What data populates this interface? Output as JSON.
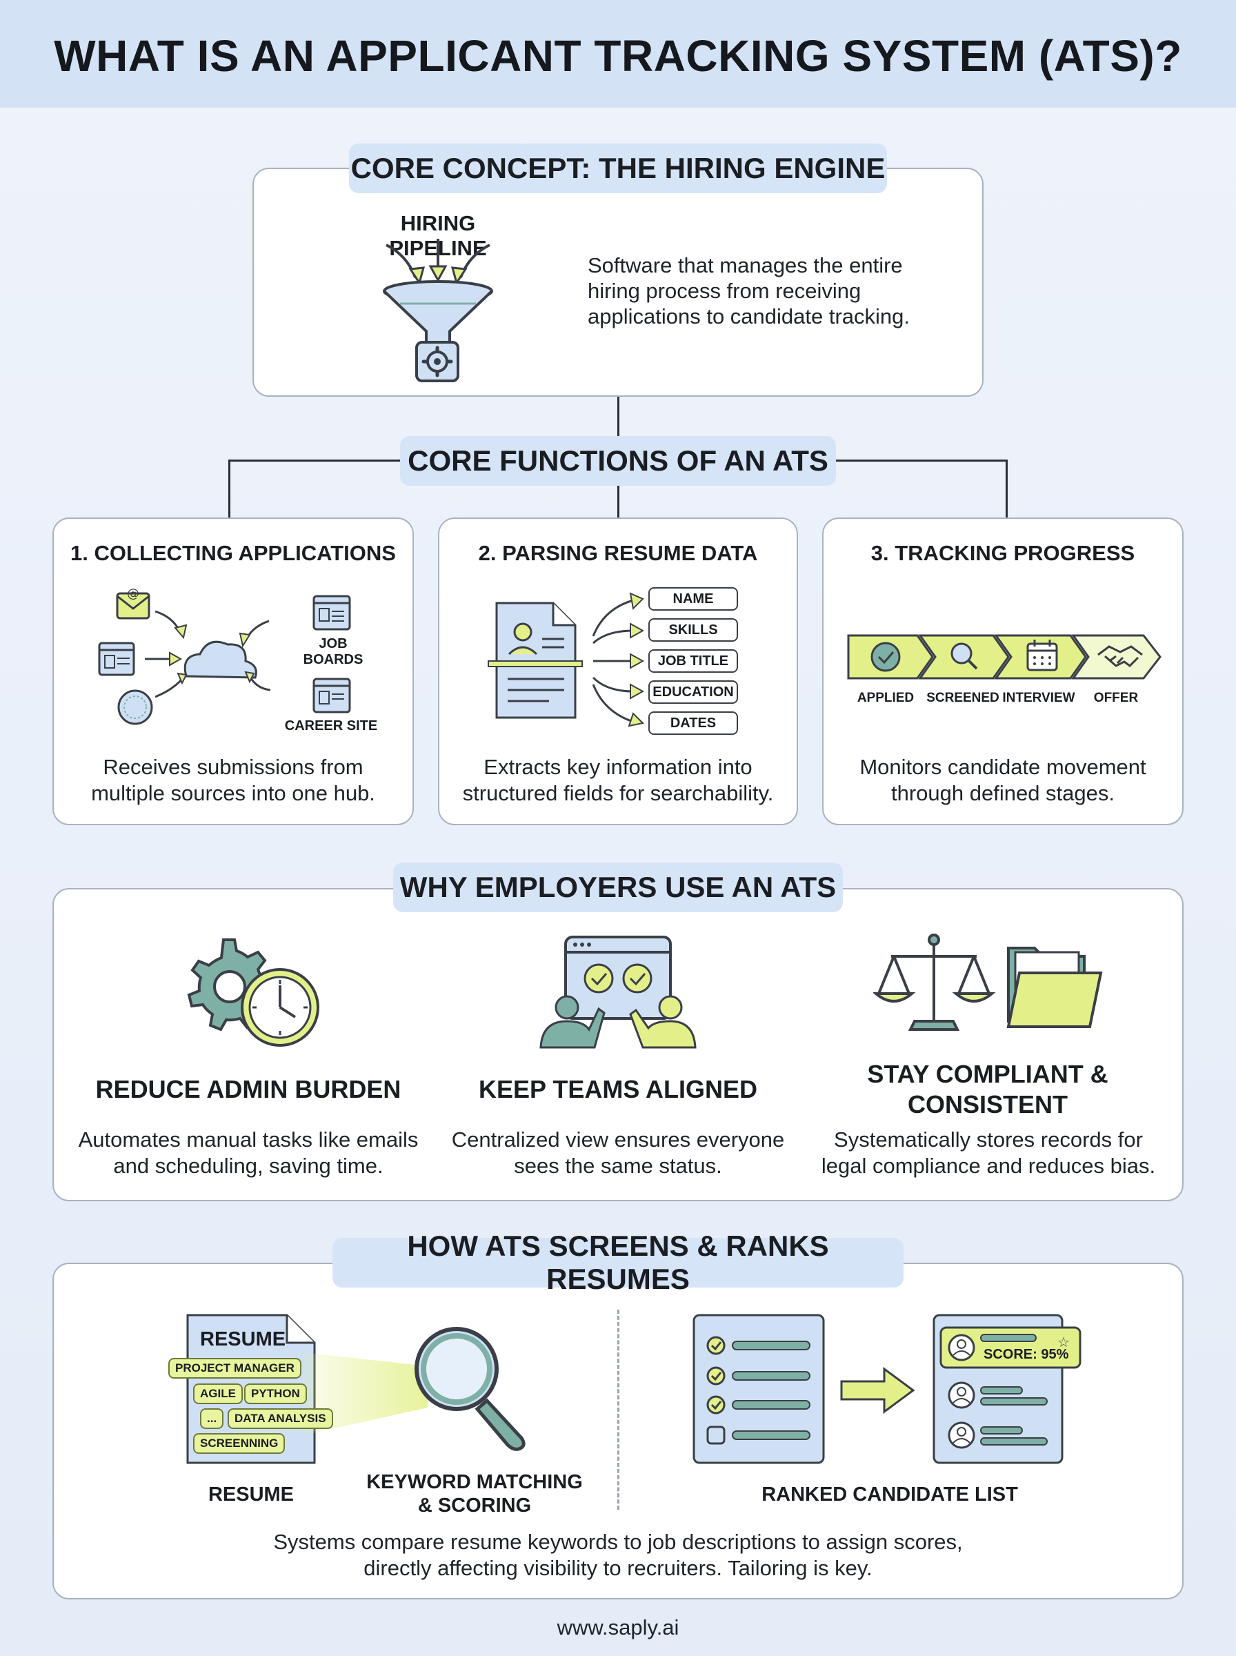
{
  "title": "WHAT IS AN APPLICANT TRACKING SYSTEM (ATS)?",
  "core_concept": {
    "heading": "CORE CONCEPT: THE HIRING ENGINE",
    "pipeline_label": "HIRING PIPELINE",
    "description": "Software that manages the entire hiring process from receiving applications to candidate tracking."
  },
  "core_functions": {
    "heading": "CORE FUNCTIONS OF AN ATS",
    "items": [
      {
        "title": "1. COLLECTING APPLICATIONS",
        "source_labels": [
          "JOB BOARDS",
          "CAREER SITE"
        ],
        "description": "Receives submissions from multiple sources into one hub."
      },
      {
        "title": "2. PARSING RESUME DATA",
        "fields": [
          "NAME",
          "SKILLS",
          "JOB TITLE",
          "EDUCATION",
          "DATES"
        ],
        "description": "Extracts key information into structured fields for searchability."
      },
      {
        "title": "3. TRACKING PROGRESS",
        "stages": [
          "APPLIED",
          "SCREENED",
          "INTERVIEW",
          "OFFER"
        ],
        "description": "Monitors candidate movement through defined stages."
      }
    ]
  },
  "why_employers": {
    "heading": "WHY EMPLOYERS USE AN ATS",
    "items": [
      {
        "title": "REDUCE ADMIN BURDEN",
        "description": "Automates manual tasks like emails and scheduling, saving time."
      },
      {
        "title": "KEEP TEAMS ALIGNED",
        "description": "Centralized view ensures everyone sees the same status."
      },
      {
        "title_line1": "STAY COMPLIANT &",
        "title_line2": "CONSISTENT",
        "description": "Systematically stores records for legal compliance and reduces bias."
      }
    ]
  },
  "screening": {
    "heading": "HOW ATS SCREENS & RANKS RESUMES",
    "resume_header": "RESUME",
    "keywords": [
      "PROJECT MANAGER",
      "AGILE",
      "PYTHON",
      "...",
      "DATA ANALYSIS",
      "SCREENNING"
    ],
    "score_text": "SCORE: 95%",
    "label_resume": "RESUME",
    "label_matching_line1": "KEYWORD MATCHING",
    "label_matching_line2": "& SCORING",
    "label_ranked": "RANKED CANDIDATE LIST",
    "description_line1": "Systems compare resume keywords to job descriptions to assign scores,",
    "description_line2": "directly affecting visibility to recruiters. Tailoring is key."
  },
  "footer": "www.saply.ai",
  "colors": {
    "accent_lime": "#e3f08a",
    "accent_teal": "#7fb0a6",
    "pill_blue": "#d6e4f7",
    "icon_blue": "#cfe0f5",
    "outline": "#3a3f47"
  }
}
